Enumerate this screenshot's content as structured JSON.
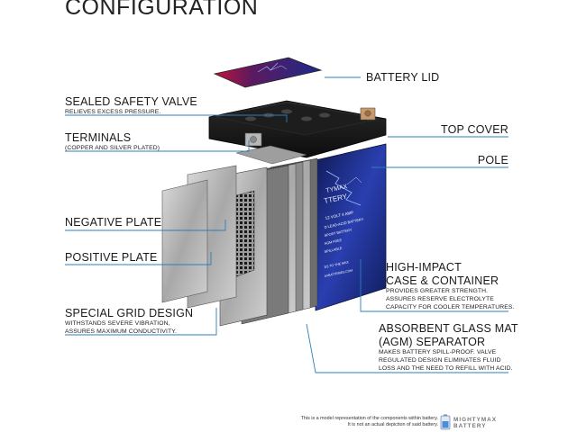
{
  "title": "CONFIGURATION",
  "labels": {
    "battery_lid": {
      "name": "BATTERY LID"
    },
    "sealed_valve": {
      "name": "SEALED SAFETY VALVE",
      "desc": "RELIEVES EXCESS PRESSURE."
    },
    "top_cover": {
      "name": "TOP COVER"
    },
    "terminals": {
      "name": "TERMINALS",
      "desc": "(COPPER AND SILVER PLATED)"
    },
    "pole": {
      "name": "POLE"
    },
    "negative_plate": {
      "name": "NEGATIVE PLATE"
    },
    "positive_plate": {
      "name": "POSITIVE PLATE"
    },
    "case": {
      "name_line1": "HIGH-IMPACT",
      "name_line2": "CASE & CONTAINER",
      "desc_line1": "PROVIDES GREATER STRENGTH.",
      "desc_line2": "ASSURES RESERVE ELECTROLYTE",
      "desc_line3": "CAPACITY FOR COOLER TEMPERATURES."
    },
    "grid": {
      "name": "SPECIAL GRID DESIGN",
      "desc_line1": "WITHSTANDS SEVERE VIBRATION,",
      "desc_line2": "ASSURES MAXIMUM CONDUCTIVITY."
    },
    "agm": {
      "name_line1": "ABSORBENT GLASS MAT",
      "name_line2": "(AGM) SEPARATOR",
      "desc_line1": "MAKES BATTERY SPILL-PROOF. VALVE",
      "desc_line2": "REGULATED DESIGN ELIMINATES FLUID",
      "desc_line3": "LOSS AND THE NEED TO REFILL WITH ACID."
    }
  },
  "battery_front": {
    "brand_fragment": "TYMAX",
    "brand_fragment2": "TTERY",
    "spec_line": "12 VOLT 4 AMP",
    "tech_line": "D LEAD-ACID BATTERY",
    "tag1": "SPORT BATTERY",
    "tag2": "AGM FREE",
    "tag3": "SPILLABLE",
    "code_line": "ES TO THE MAX",
    "bottom_line": "AXBATTERIES.COM"
  },
  "footnote": {
    "line1": "This is a model representation of the components within battery.",
    "line2": "It is not an actual depiction of said battery."
  },
  "brand": {
    "line1": "MIGHTYMAX",
    "line2": "BATTERY"
  },
  "colors": {
    "leader": "#2c7fb8",
    "case_blue": "#1b2f8a",
    "lid_red": "#b3143b"
  }
}
